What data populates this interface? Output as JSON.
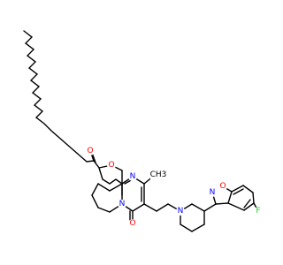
{
  "molecule": {
    "atoms": {
      "ester_o": {
        "text": "O",
        "color": "#ff0000"
      },
      "carbonyl_o": {
        "text": "O",
        "color": "#ff0000"
      },
      "ring_n_top": {
        "text": "N",
        "color": "#0000ff"
      },
      "ring_n_bottom": {
        "text": "N",
        "color": "#0000ff"
      },
      "ketone_o": {
        "text": "O",
        "color": "#ff0000"
      },
      "methyl": {
        "text": "CH3",
        "color": "#000000"
      },
      "piperidine_n": {
        "text": "N",
        "color": "#0000ff"
      },
      "isoxazole_n": {
        "text": "N",
        "color": "#0000ff"
      },
      "isoxazole_o": {
        "text": "O",
        "color": "#ff0000"
      },
      "fluorine": {
        "text": "F",
        "color": "#33cc33"
      }
    }
  }
}
